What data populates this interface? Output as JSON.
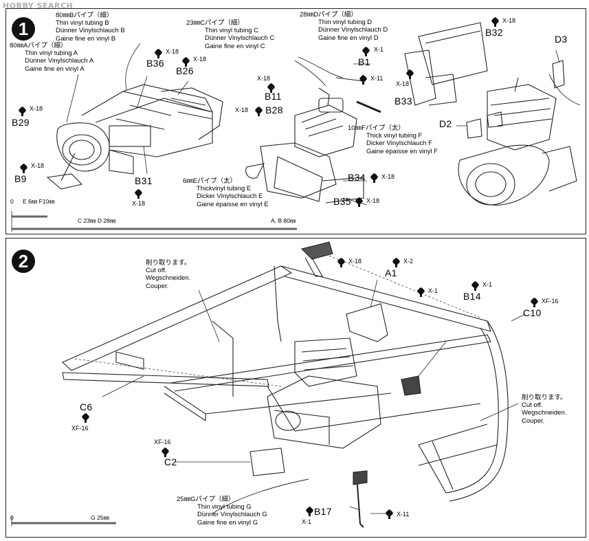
{
  "watermark": "HOBBY SEARCH",
  "step1": {
    "number": "1",
    "tube_b": {
      "title": "80㎜Bパイプ（細）",
      "en": "Thin vinyl tubing B",
      "de": "Dünner Vinylschlauch B",
      "fr": "Gaine fine en vinyl B"
    },
    "tube_a": {
      "title": "80㎜Aパイプ（細）",
      "en": "Thin vinyl tubing A",
      "de": "Dünner Vinylschlauch A",
      "fr": "Gaine fine en vinyl A"
    },
    "tube_c": {
      "title": "23㎜Cパイプ（細）",
      "en": "Thin vinyl tubing C",
      "de": "Dünner Vinylschlauch C",
      "fr": "Gaine fine en vinyl C"
    },
    "tube_d": {
      "title": "28㎜Dパイプ（細）",
      "en": "Thin vinyl tubing D",
      "de": "Dünner Vinylschlauch D",
      "fr": "Gaine fine en vinyl D"
    },
    "tube_f": {
      "title": "10㎜Fパイプ（太）",
      "en": "Thick vinyl tubing F",
      "de": "Dicker Vinylschlauch F",
      "fr": "Gaine épaisse en vinyl F"
    },
    "tube_e": {
      "title": "6㎜Eパイプ（太）",
      "en": "Thickvinyl tubing E",
      "de": "Dicker Vinylschlauch E",
      "fr": "Gaine épaisse en vinyl E"
    },
    "parts": {
      "B36": "B36",
      "B26": "B26",
      "B29": "B29",
      "B9": "B9",
      "B31": "B31",
      "B1": "B1",
      "B11": "B11",
      "B28": "B28",
      "B34": "B34",
      "B35": "B35",
      "B32": "B32",
      "B33": "B33",
      "D2": "D2",
      "D3": "D3"
    },
    "screws": {
      "x18": "X-18",
      "x1": "X-1",
      "x11": "X-11"
    },
    "scale": {
      "zero": "0",
      "ef": "E 6㎜  F10㎜",
      "cd": "C 23㎜   D 28㎜",
      "ab": "A, B 80㎜"
    }
  },
  "step2": {
    "number": "2",
    "cut_off": {
      "jp": "削り取ります。",
      "en": "Cut off.",
      "de": "Wegschneiden.",
      "fr": "Couper."
    },
    "tube_g": {
      "title": "25㎜Gパイプ（細）",
      "en": "Thin vinyl tubing G",
      "de": "Dünner Vinylschlauch G",
      "fr": "Gaine fine en vinyl G"
    },
    "parts": {
      "A1": "A1",
      "B14": "B14",
      "C10": "C10",
      "C6": "C6",
      "C2": "C2",
      "B17": "B17"
    },
    "screws": {
      "x18": "X-18",
      "x2": "X-2",
      "x1": "X-1",
      "xf16": "XF-16",
      "x11": "X-11"
    },
    "scale": {
      "zero": "0",
      "g": "G 25㎜"
    }
  }
}
